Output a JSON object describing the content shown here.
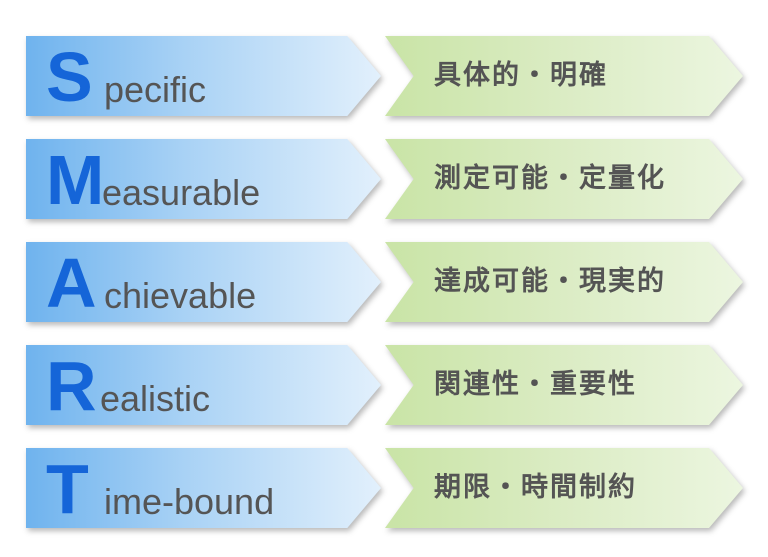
{
  "rows": [
    {
      "letter": "S",
      "rest": "pecific",
      "meaning": "具体的・明確"
    },
    {
      "letter": "M",
      "rest": "easurable",
      "meaning": "測定可能・定量化"
    },
    {
      "letter": "A",
      "rest": "chievable",
      "meaning": "達成可能・現実的"
    },
    {
      "letter": "R",
      "rest": "ealistic",
      "meaning": "関連性・重要性"
    },
    {
      "letter": "T",
      "rest": "ime-bound",
      "meaning": "期限・時間制約"
    }
  ],
  "colors": {
    "letter_blue": "#1565d8",
    "word_gray": "#555555",
    "arrow_blue": "#a9d2f5",
    "arrow_green": "#dbecc4"
  }
}
